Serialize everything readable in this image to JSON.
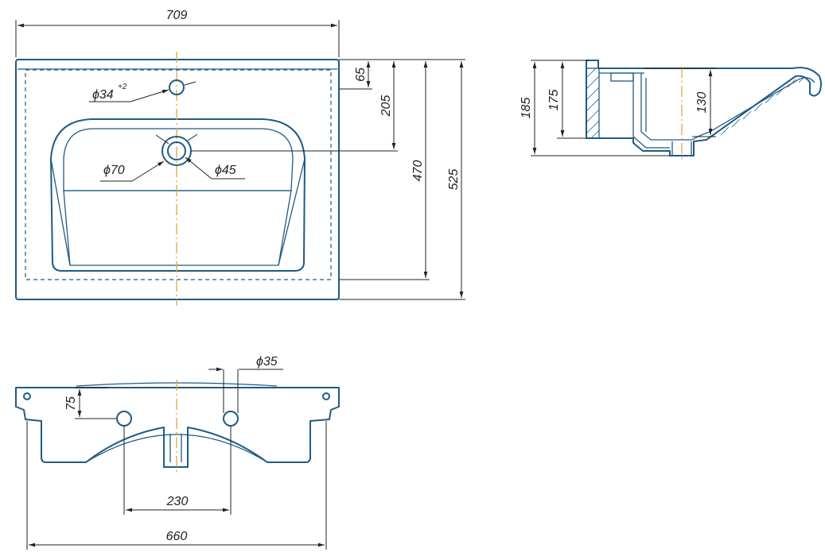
{
  "dimensions": {
    "width_top": "709",
    "rim_65": "65",
    "tap_205": "205",
    "depth_470": "470",
    "depth_525": "525",
    "tap_hole": "ϕ34",
    "tap_hole_tol": "+2",
    "drain_outer": "ϕ70",
    "drain_inner": "ϕ45",
    "height_185": "185",
    "height_175": "175",
    "bowl_130": "130",
    "mount_hole": "ϕ35",
    "mount_75": "75",
    "spacing_230": "230",
    "width_660": "660"
  },
  "colors": {
    "outline": "#1f5b86",
    "centerline": "#e0a640",
    "dimension": "#222222"
  }
}
